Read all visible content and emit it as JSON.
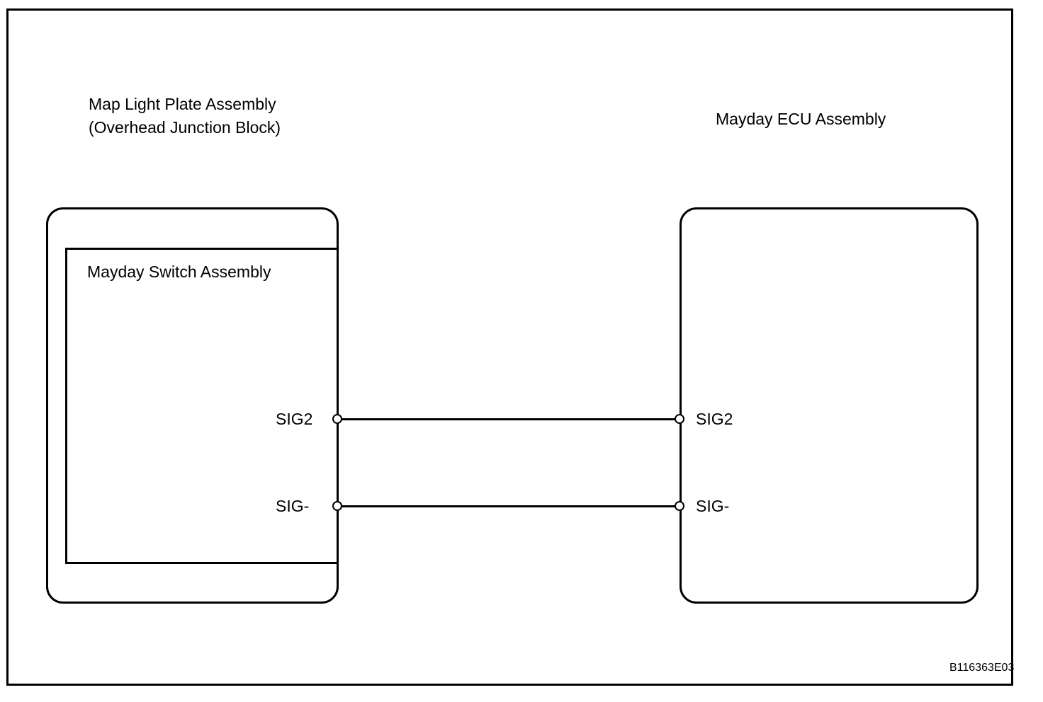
{
  "figure": {
    "code": "B116363E03",
    "colors": {
      "line": "#000000",
      "background": "#ffffff"
    }
  },
  "left_component": {
    "title_line1": "Map Light Plate Assembly",
    "title_line2": "(Overhead Junction Block)",
    "switch_label": "Mayday Switch Assembly",
    "pins": [
      {
        "label": "SIG2"
      },
      {
        "label": "SIG-"
      }
    ]
  },
  "right_component": {
    "title": "Mayday ECU Assembly",
    "pins": [
      {
        "label": "SIG2"
      },
      {
        "label": "SIG-"
      }
    ]
  },
  "wires": [
    {
      "from_pin": "SIG2",
      "to_pin": "SIG2"
    },
    {
      "from_pin": "SIG-",
      "to_pin": "SIG-"
    }
  ]
}
